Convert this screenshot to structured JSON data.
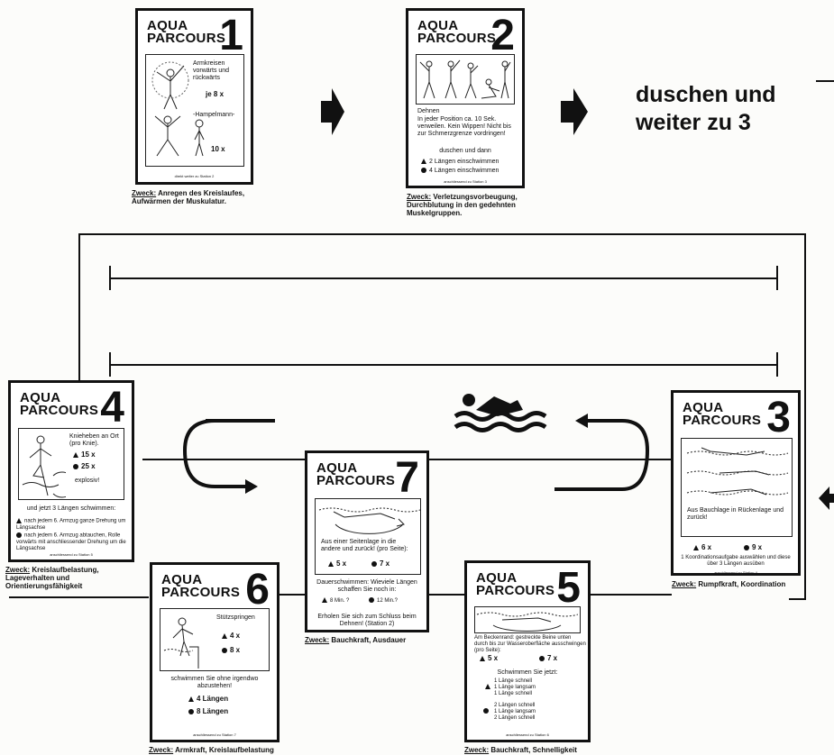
{
  "brand": {
    "line1": "AQUA",
    "line2": "PARCOURS"
  },
  "heading": {
    "line1": "duschen und",
    "line2": "weiter zu 3"
  },
  "cards": {
    "c1": {
      "number": "1",
      "text1": "Armkreisen vorwärts und rückwärts",
      "reps1": "je 8 x",
      "text2": "-Hampelmann-",
      "reps2": "10 x",
      "footer": "direkt weiter zu Station 2",
      "purpose_label": "Zweck:",
      "purpose": "Anregen des Kreislaufes, Aufwärmen der Muskulatur."
    },
    "c2": {
      "number": "2",
      "text1": "Dehnen",
      "text2": "In jeder Position ca. 10 Sek. verweilen. Kein Wippen! Nicht bis zur Schmerzgrenze vordringen!",
      "text3": "duschen und dann",
      "opt1": "2 Längen einschwimmen",
      "opt2": "4 Längen einschwimmen",
      "footer": "anschliessend zu Station 3",
      "purpose_label": "Zweck:",
      "purpose": "Verletzungsvorbeugung, Durchblutung in den gedehnten Muskelgruppen."
    },
    "c3": {
      "number": "3",
      "text1": "Aus Bauchlage in Rückenlage und zurück!",
      "opt1": "6 x",
      "opt2": "9 x",
      "text2": "1 Koordinationsaufgabe auswählen und diese über 3 Längen ausüben",
      "footer": "anschliessend zu Station 4",
      "purpose_label": "Zweck:",
      "purpose": "Rumpfkraft, Koordination"
    },
    "c4": {
      "number": "4",
      "text1": "Knieheben an Ort (pro Knie).",
      "opt1": "15 x",
      "opt2": "25 x",
      "text2": "explosiv!",
      "text3": "und jetzt 3 Längen schwimmen:",
      "opt3": "nach jedem 6. Armzug ganze Drehung um Längsachse",
      "opt4": "nach jedem 6. Armzug abtauchen, Rolle vorwärts mit anschliessender Drehung um die Längsachse",
      "footer": "anschliessend zu Station 5",
      "purpose_label": "Zweck:",
      "purpose": "Kreislaufbelastung, Lageverhalten und Orientierungsfähigkeit"
    },
    "c5": {
      "number": "5",
      "text1": "Am Beckenrand: gestreckte Beine unten durch bis zur Wasseroberfläche ausschwingen (pro Seite):",
      "opt1": "5 x",
      "opt2": "7 x",
      "text2": "Schwimmen Sie jetzt:",
      "list1a": "1 Länge schnell",
      "list1b": "1 Länge langsam",
      "list1c": "1 Länge schnell",
      "list2a": "2 Längen schnell",
      "list2b": "1 Länge langsam",
      "list2c": "2 Längen schnell",
      "footer": "anschliessend zu Station 6",
      "purpose_label": "Zweck:",
      "purpose": "Bauchkraft, Schnelligkeit"
    },
    "c6": {
      "number": "6",
      "text1": "Stützspringen",
      "opt1": "4 x",
      "opt2": "8 x",
      "text2": "schwimmen Sie ohne irgendwo abzustehen!",
      "opt3": "4 Längen",
      "opt4": "8 Längen",
      "footer": "anschliessend zu Station 7",
      "purpose_label": "Zweck:",
      "purpose": "Armkraft, Kreislaufbelastung"
    },
    "c7": {
      "number": "7",
      "text1": "Aus einer Seitenlage in die andere und zurück! (pro Seite):",
      "opt1": "5 x",
      "opt2": "7 x",
      "text2": "Dauerschwimmen: Wieviele Längen schaffen Sie noch in:",
      "opt3": "8 Min. ?",
      "opt4": "12 Min.?",
      "text3": "Erholen Sie sich zum Schluss beim Dehnen! (Station 2)",
      "purpose_label": "Zweck:",
      "purpose": "Bauchkraft, Ausdauer"
    }
  }
}
